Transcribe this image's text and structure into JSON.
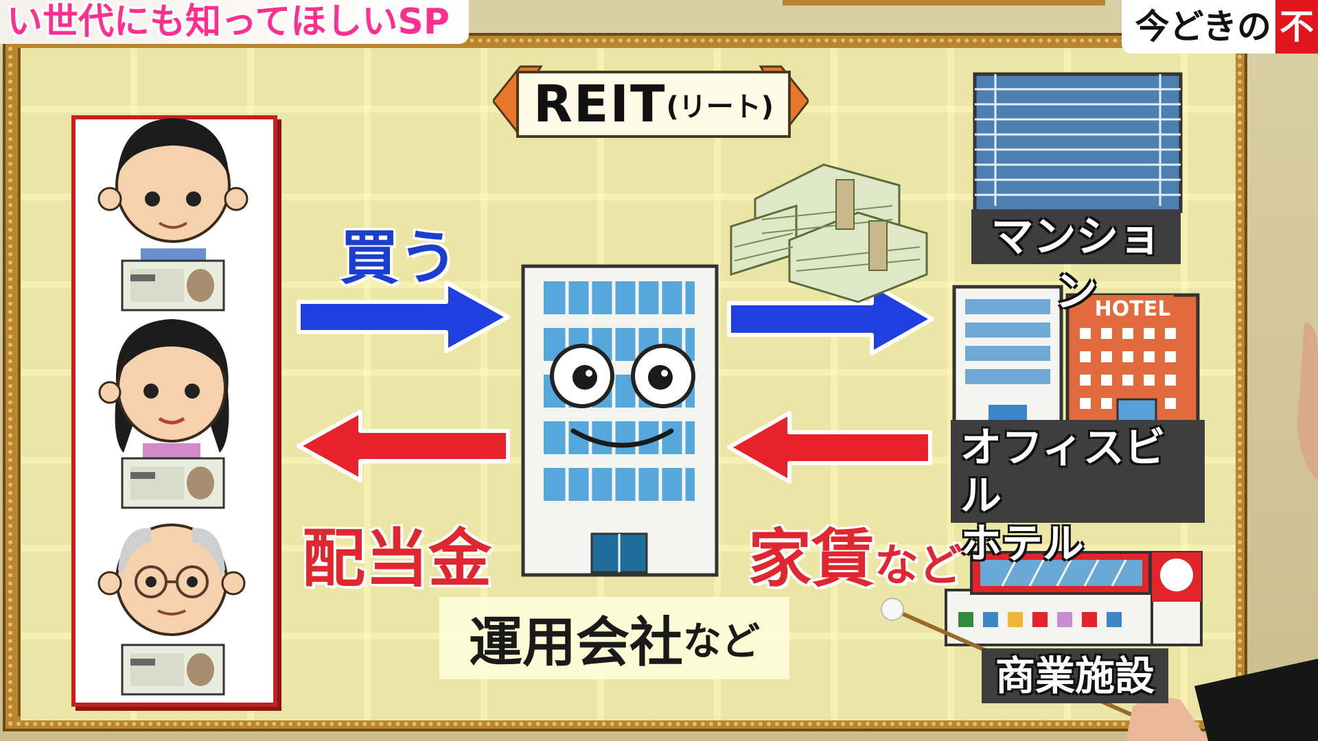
{
  "banner": {
    "left_text": "い世代にも知ってほしいSP",
    "right_text_main": "今どきの",
    "right_text_highlight": "不"
  },
  "diagram": {
    "title_main": "REIT",
    "title_reading": "(リート)",
    "buy_label": "買う",
    "dividend_label": "配当金",
    "rent_label_main": "家賃",
    "rent_label_suffix": "など",
    "company_label_main": "運用会社",
    "company_label_suffix": "など",
    "hotel_sign": "HOTEL",
    "properties": {
      "mansion": "マンション",
      "office_line1": "オフィスビル",
      "office_line2": "ホテル",
      "commercial": "商業施設"
    },
    "colors": {
      "buy_arrow": "#1f3fe0",
      "dividend_arrow": "#e8222a",
      "accent_frame": "#b8862f"
    }
  }
}
